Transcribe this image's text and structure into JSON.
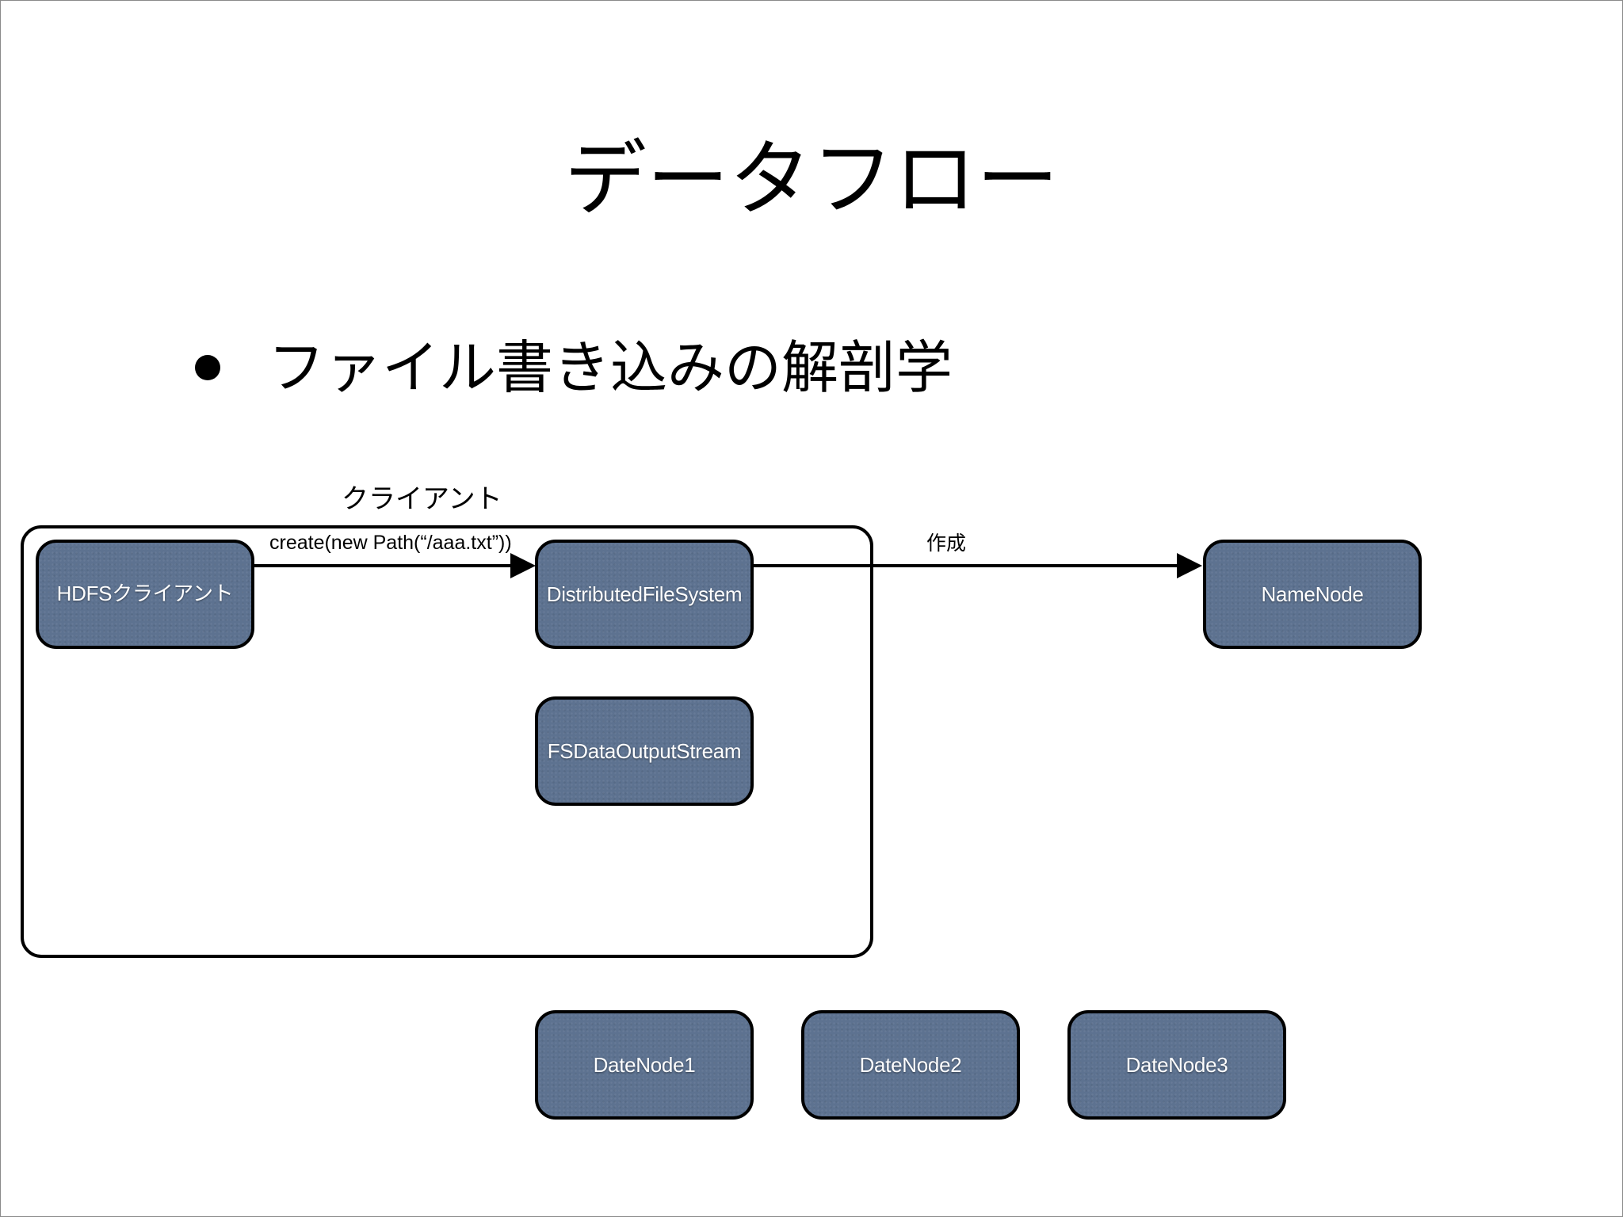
{
  "slide": {
    "title": "データフロー",
    "bullet": "ファイル書き込みの解剖学"
  },
  "client_group": {
    "label": "クライアント"
  },
  "nodes": {
    "hdfs_client": "HDFSクライアント",
    "distributed_fs": "DistributedFileSystem",
    "fs_output_stream": "FSDataOutputStream",
    "namenode": "NameNode",
    "datanode1": "DateNode1",
    "datanode2": "DateNode2",
    "datanode3": "DateNode3"
  },
  "edges": {
    "create_call": "create(new Path(“/aaa.txt”))",
    "create_namenode": "作成"
  },
  "colors": {
    "node_fill": "#5d7290",
    "node_border": "#000000",
    "node_text": "#ffffff"
  }
}
